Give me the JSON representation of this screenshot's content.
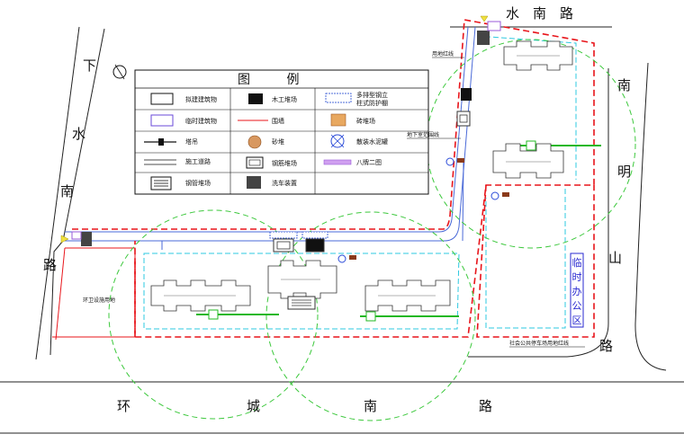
{
  "roads": {
    "north": [
      "水",
      "南",
      "路"
    ],
    "west": [
      "下",
      "水",
      "南",
      "路"
    ],
    "east": [
      "南",
      "明",
      "山",
      "路"
    ],
    "south": [
      "环",
      "城",
      "南",
      "路"
    ]
  },
  "labels": {
    "property_line": "用地红线",
    "underground_line": "地下室范围线",
    "green_zone": "环卫设施用地",
    "office": "临时办公区",
    "parking_line": "社会公共停车场用地红线"
  },
  "legend": {
    "title": "图 例",
    "items": [
      {
        "symbol": "planned-building",
        "label": "拟建建筑物"
      },
      {
        "symbol": "carpentry-yard",
        "label": "木工堆场"
      },
      {
        "symbol": "scaffold-shed",
        "label": "多排型钢立柱式防护棚"
      },
      {
        "symbol": "temporary-building",
        "label": "临时建筑物"
      },
      {
        "symbol": "enclosure-wall",
        "label": "围墙"
      },
      {
        "symbol": "brick-yard",
        "label": "砖堆场"
      },
      {
        "symbol": "tower-crane",
        "label": "塔吊"
      },
      {
        "symbol": "sand-pile",
        "label": "砂堆"
      },
      {
        "symbol": "cement-tank",
        "label": "散装水泥罐"
      },
      {
        "symbol": "construction-road",
        "label": "施工道路"
      },
      {
        "symbol": "rebar-yard",
        "label": "钢筋堆场"
      },
      {
        "symbol": "signboard",
        "label": "八牌二图"
      },
      {
        "symbol": "pipe-yard",
        "label": "钢管堆场"
      },
      {
        "symbol": "car-wash",
        "label": "洗车装置"
      }
    ]
  },
  "colors": {
    "red_line": "#e8141a",
    "cyan_line": "#2ec8e0",
    "green_circle": "#3cc83c",
    "blue_road": "#4a6ad8",
    "crane_green": "#22b822",
    "black": "#111111"
  }
}
